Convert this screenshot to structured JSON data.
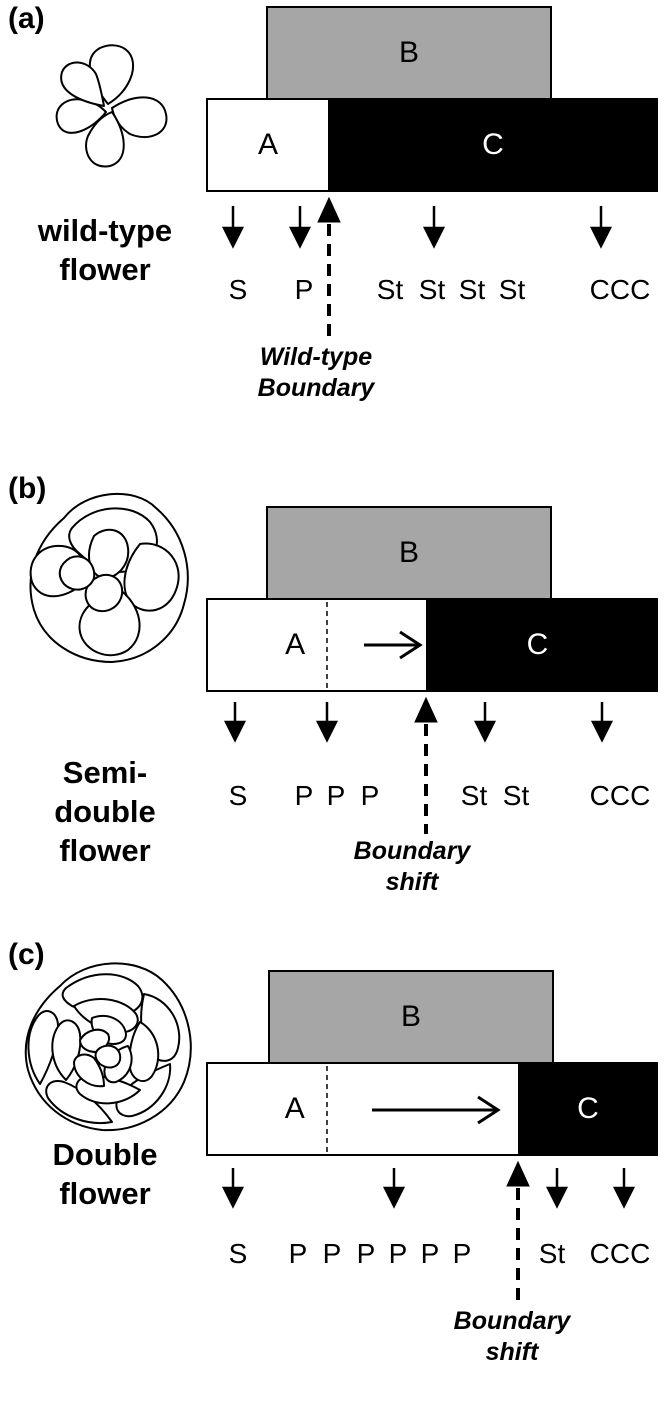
{
  "panels": [
    {
      "label": "(a)",
      "flower_lines": [
        "wild-type",
        "flower"
      ],
      "boxes": {
        "A": "A",
        "B": "B",
        "C": "C"
      },
      "organs": [
        "S",
        "P",
        "St",
        "St",
        "St",
        "St",
        "CCC"
      ],
      "note_lines": [
        "Wild-type",
        "Boundary"
      ]
    },
    {
      "label": "(b)",
      "flower_lines": [
        "Semi-",
        "double",
        "flower"
      ],
      "boxes": {
        "A": "A",
        "B": "B",
        "C": "C"
      },
      "organs": [
        "S",
        "P",
        "P",
        "P",
        "St",
        "St",
        "CCC"
      ],
      "note_lines": [
        "Boundary",
        "shift"
      ]
    },
    {
      "label": "(c)",
      "flower_lines": [
        "Double",
        "flower"
      ],
      "boxes": {
        "A": "A",
        "B": "B",
        "C": "C"
      },
      "organs": [
        "S",
        "P",
        "P",
        "P",
        "P",
        "P",
        "P",
        "St",
        "CCC"
      ],
      "note_lines": [
        "Boundary",
        "shift"
      ]
    }
  ],
  "colors": {
    "B_box": "#a6a6a6",
    "C_box": "#000000",
    "A_box": "#ffffff"
  },
  "icons": [
    "single-flower-icon",
    "semi-double-flower-icon",
    "double-flower-icon"
  ]
}
